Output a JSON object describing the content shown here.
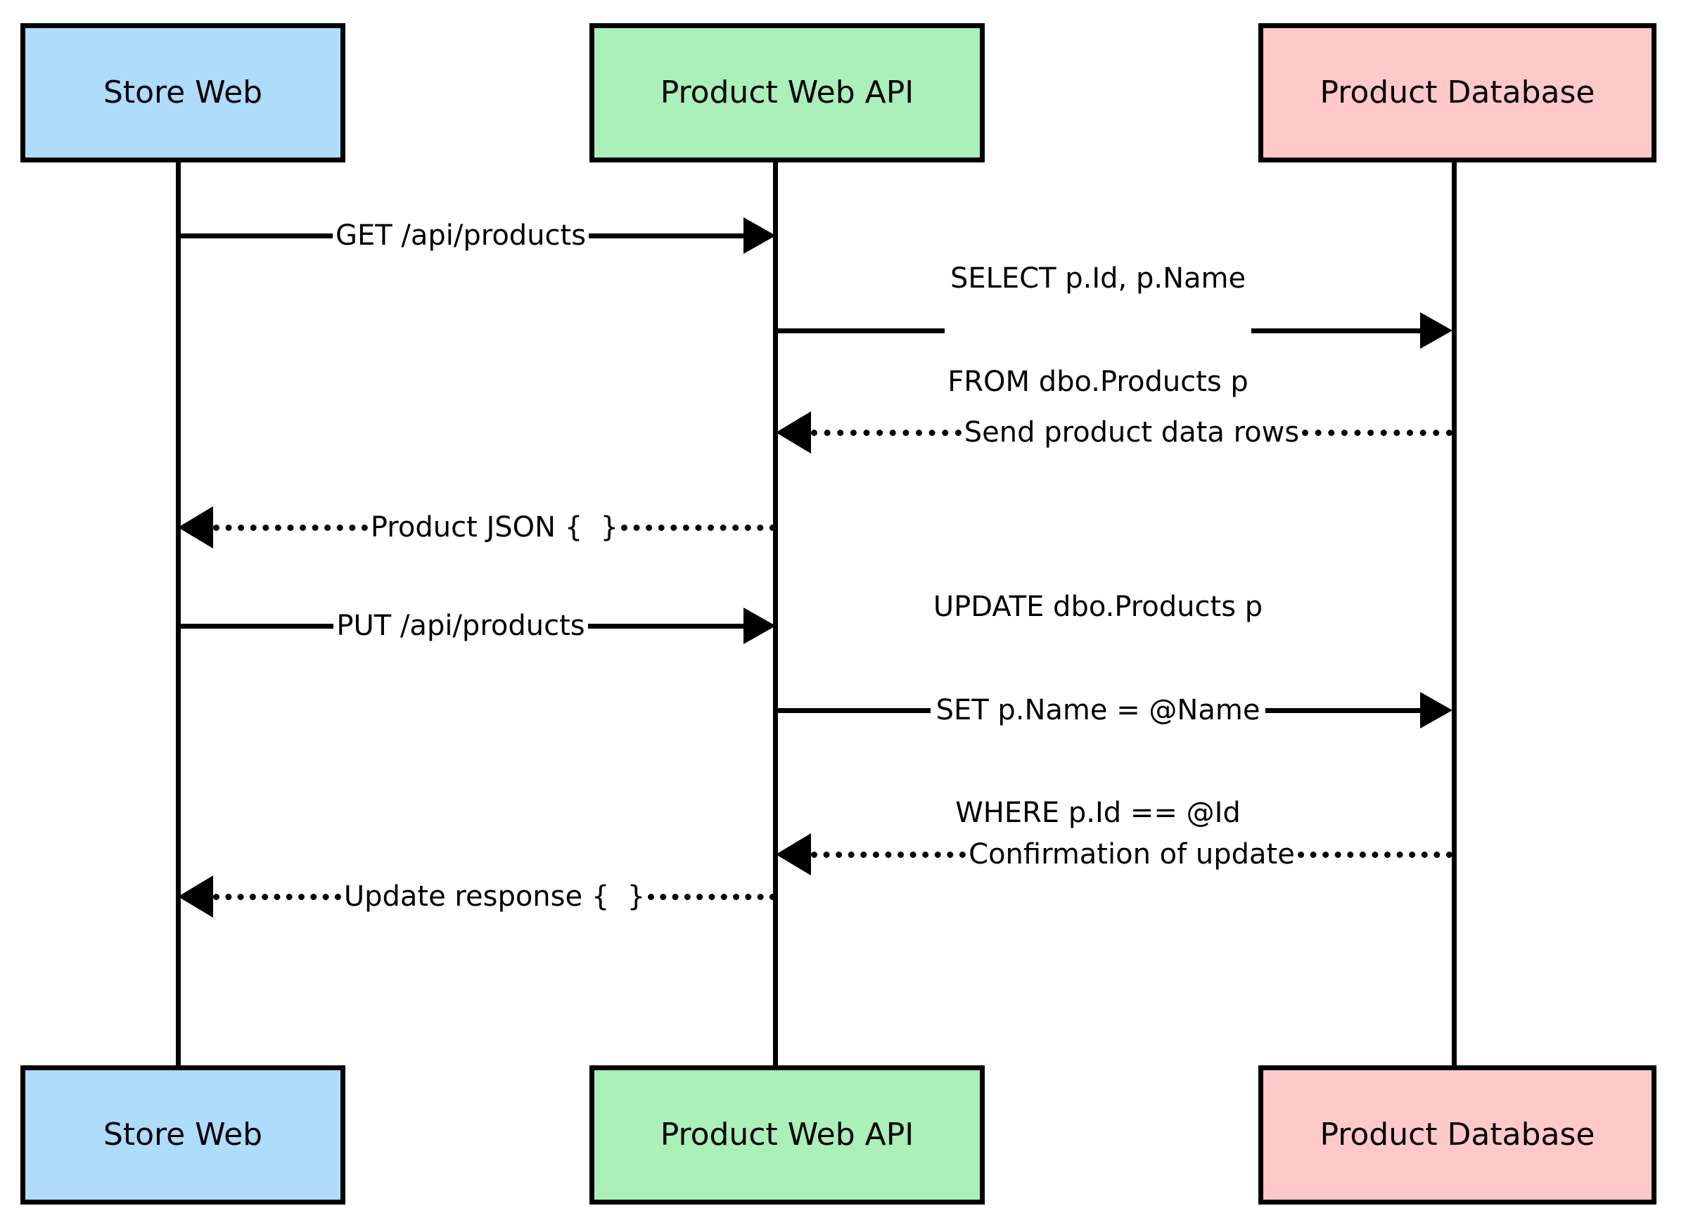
{
  "diagram": {
    "type": "sequence-diagram",
    "background": "#ffffff",
    "line_color": "#000000"
  },
  "participants": [
    {
      "id": "store-web",
      "name": "Store Web",
      "fill": "#AEDCFA",
      "stroke": "#000000"
    },
    {
      "id": "product-web-api",
      "name": "Product Web API",
      "fill": "#ABEFB9",
      "stroke": "#000000"
    },
    {
      "id": "product-database",
      "name": "Product Database",
      "fill": "#FFC9CB",
      "stroke": "#000000"
    }
  ],
  "messages": [
    {
      "id": "msg-get-products",
      "from": "store-web",
      "to": "product-web-api",
      "direction": "right",
      "style": "solid",
      "label": "GET /api/products"
    },
    {
      "id": "msg-select",
      "from": "product-web-api",
      "to": "product-database",
      "direction": "right",
      "style": "solid",
      "label_line1": "SELECT p.Id, p.Name",
      "label_line2": "FROM dbo.Products p"
    },
    {
      "id": "msg-send-rows",
      "from": "product-database",
      "to": "product-web-api",
      "direction": "left",
      "style": "dotted",
      "label": "Send product data rows"
    },
    {
      "id": "msg-product-json",
      "from": "product-web-api",
      "to": "store-web",
      "direction": "left",
      "style": "dotted",
      "label": "Product JSON {  }"
    },
    {
      "id": "msg-put-products",
      "from": "store-web",
      "to": "product-web-api",
      "direction": "right",
      "style": "solid",
      "label": "PUT /api/products"
    },
    {
      "id": "msg-update",
      "from": "product-web-api",
      "to": "product-database",
      "direction": "right",
      "style": "solid",
      "label_line1": "UPDATE dbo.Products p",
      "label_line2": "SET p.Name = @Name",
      "label_line3": "WHERE p.Id == @Id"
    },
    {
      "id": "msg-confirmation",
      "from": "product-database",
      "to": "product-web-api",
      "direction": "left",
      "style": "dotted",
      "label": "Confirmation of update"
    },
    {
      "id": "msg-update-response",
      "from": "product-web-api",
      "to": "store-web",
      "direction": "left",
      "style": "dotted",
      "label": "Update response {  }"
    }
  ]
}
